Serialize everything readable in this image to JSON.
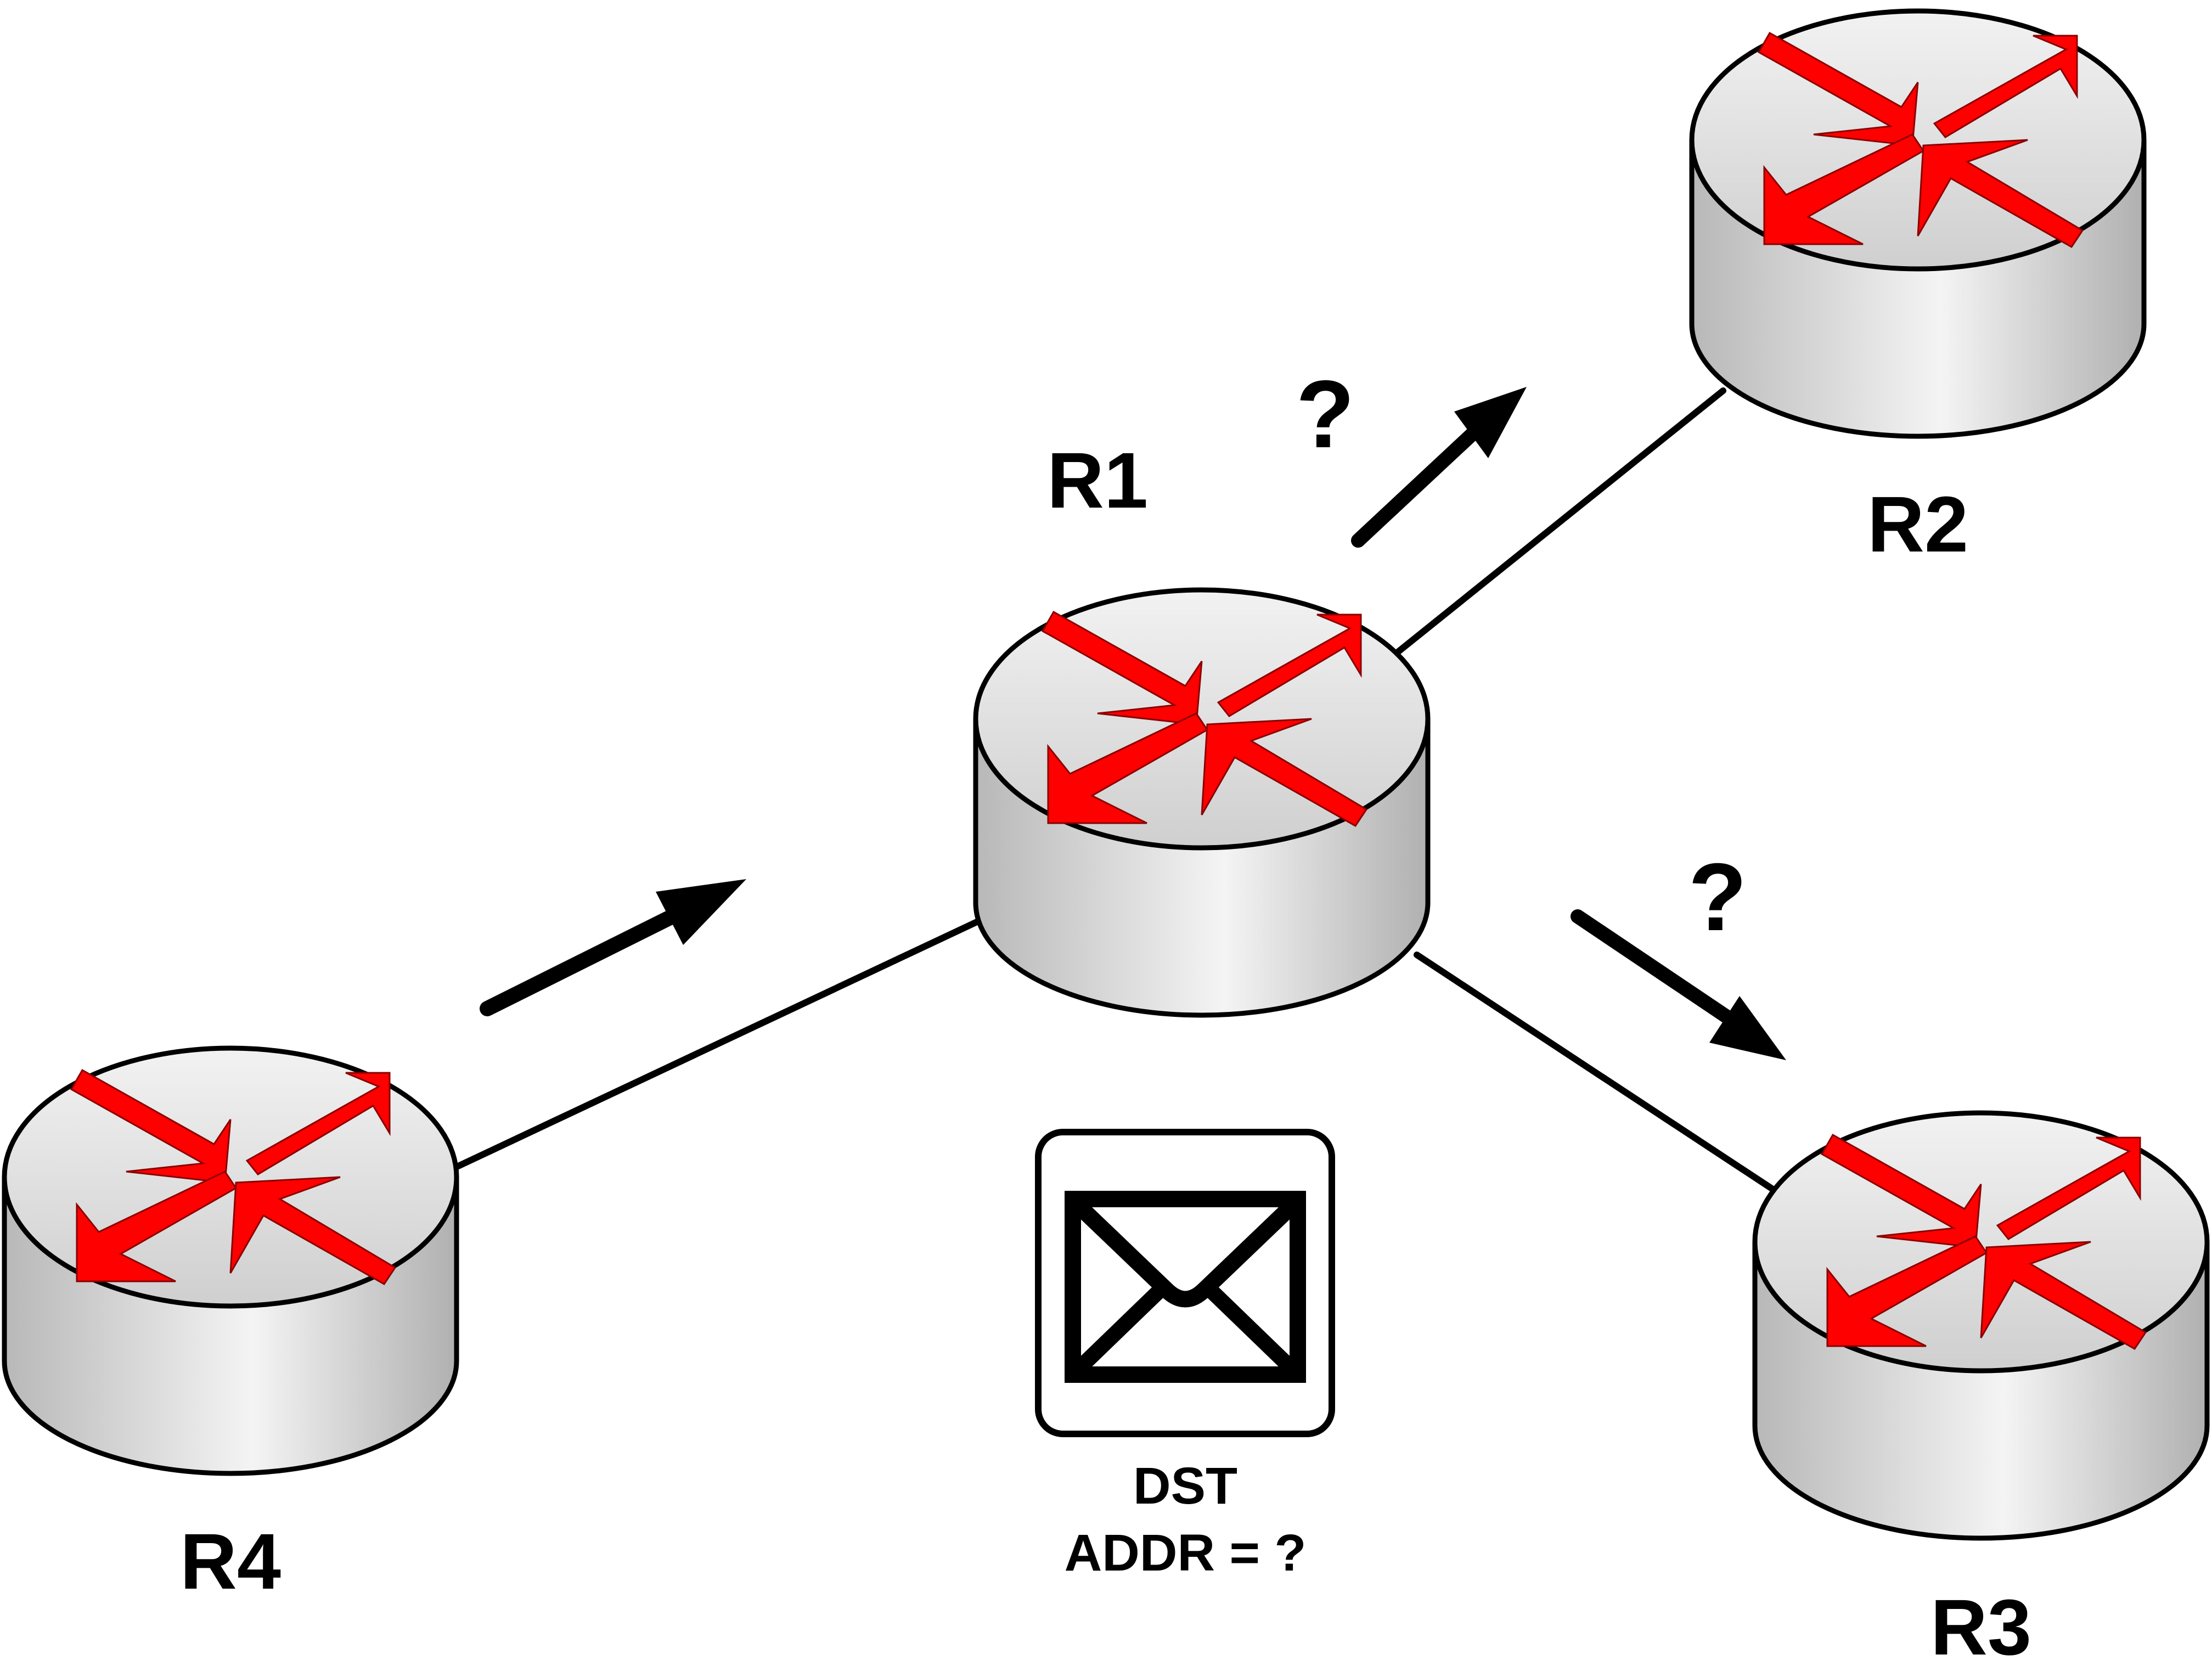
{
  "routers": [
    {
      "id": "R1",
      "label": "R1"
    },
    {
      "id": "R2",
      "label": "R2"
    },
    {
      "id": "R3",
      "label": "R3"
    },
    {
      "id": "R4",
      "label": "R4"
    }
  ],
  "links": [
    {
      "from": "R4",
      "to": "R1"
    },
    {
      "from": "R1",
      "to": "R2"
    },
    {
      "from": "R1",
      "to": "R3"
    }
  ],
  "arrows": {
    "incoming": {
      "from": "R4",
      "to": "R1"
    },
    "to_r2": {
      "label": "?"
    },
    "to_r3": {
      "label": "?"
    }
  },
  "packet": {
    "icon": "envelope-icon",
    "line1": "DST",
    "line2": "ADDR = ?"
  },
  "colors": {
    "router_arrows": "#ff0000",
    "router_body": "#d9d9d9",
    "outline": "#000000"
  }
}
